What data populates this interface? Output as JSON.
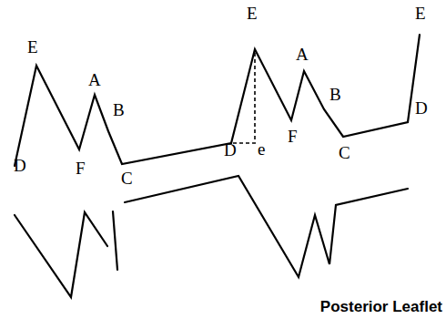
{
  "diagram": {
    "labels": [
      "E",
      "A",
      "D",
      "F",
      "B",
      "C",
      "D",
      "E",
      "e",
      "A",
      "F",
      "B",
      "C",
      "D",
      "E",
      "Posterior Leaflet"
    ]
  }
}
